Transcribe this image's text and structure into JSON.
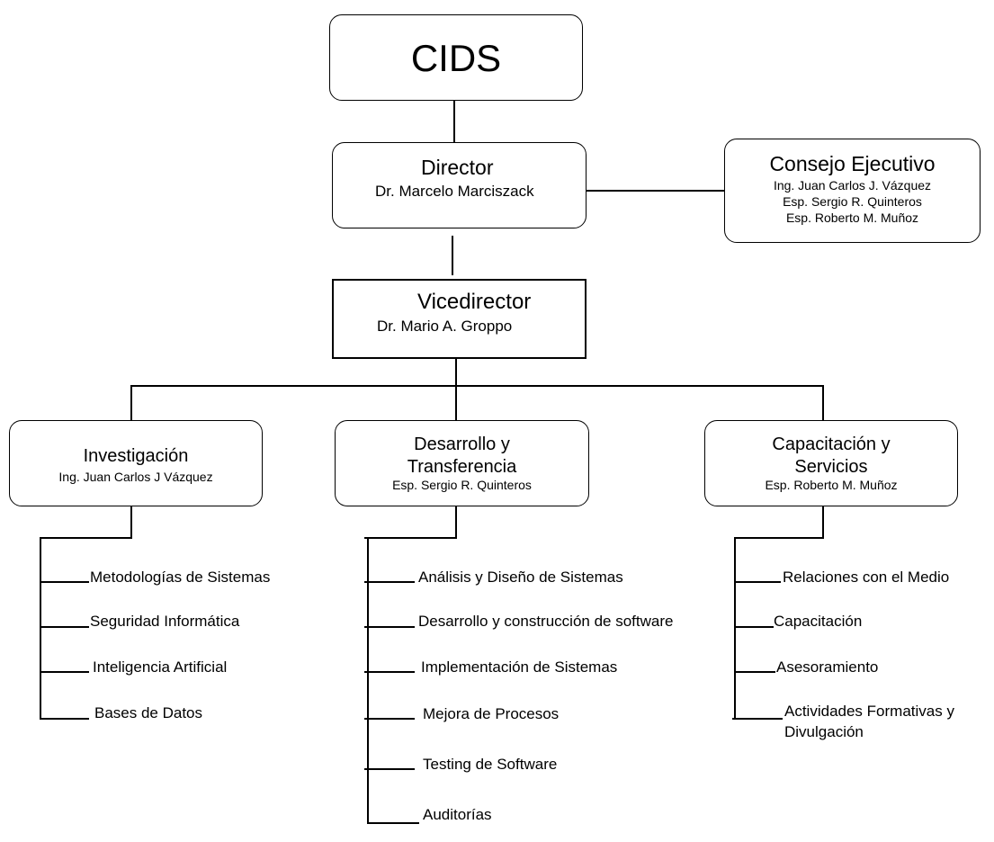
{
  "root": {
    "title": "CIDS"
  },
  "director": {
    "title": "Director",
    "person": "Dr. Marcelo Marciszack"
  },
  "consejo": {
    "title": "Consejo Ejecutivo",
    "members": [
      "Ing. Juan Carlos J. Vázquez",
      "Esp. Sergio R. Quinteros",
      "Esp. Roberto M. Muñoz"
    ]
  },
  "vicedirector": {
    "title": "Vicedirector",
    "person": "Dr. Mario A. Groppo"
  },
  "areas": [
    {
      "title": "Investigación",
      "person": "Ing. Juan Carlos J Vázquez",
      "items": [
        "Metodologías de Sistemas",
        "Seguridad Informática",
        "Inteligencia Artificial",
        "Bases de Datos"
      ]
    },
    {
      "title_line1": "Desarrollo y",
      "title_line2": "Transferencia",
      "person": "Esp. Sergio R. Quinteros",
      "items": [
        "Análisis y Diseño de Sistemas",
        "Desarrollo y construcción de software",
        "Implementación de Sistemas",
        "Mejora de Procesos",
        "Testing de Software",
        "Auditorías"
      ]
    },
    {
      "title_line1": "Capacitación y",
      "title_line2": "Servicios",
      "person": "Esp. Roberto M. Muñoz",
      "items": [
        "Relaciones con el Medio",
        "Capacitación",
        "Asesoramiento",
        "Actividades Formativas y",
        "Divulgación"
      ]
    }
  ]
}
